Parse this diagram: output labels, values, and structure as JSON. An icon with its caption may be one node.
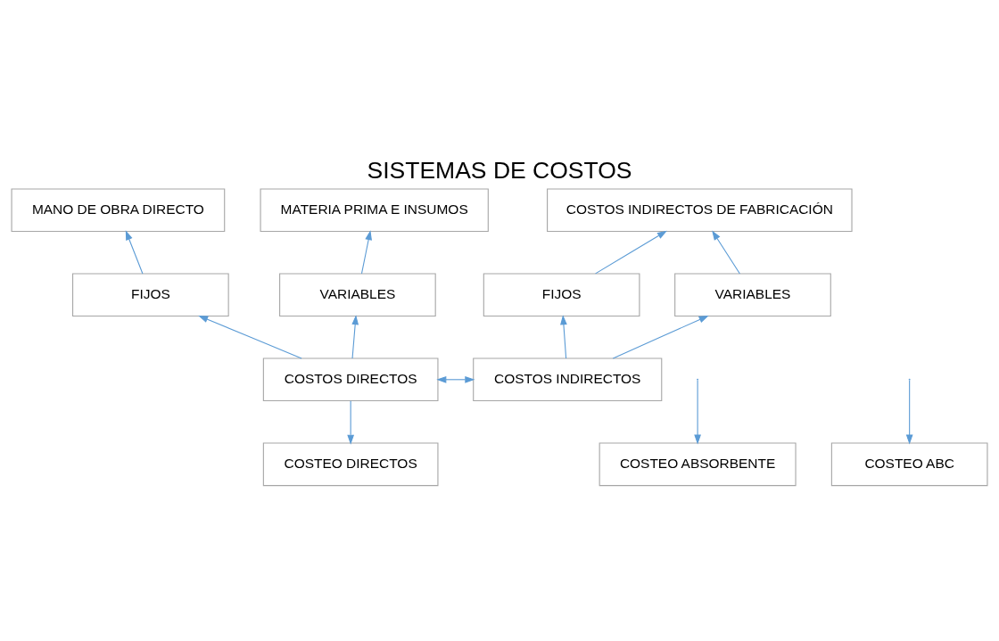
{
  "diagram": {
    "title": "SISTEMAS DE COSTOS",
    "nodes": [
      {
        "text": [
          "MANO DE OBRA DIRECTO"
        ]
      },
      {
        "text": [
          "MATERIA PRIMA E INSUMOS"
        ]
      },
      {
        "text": [
          "COSTOS INDIRECTOS DE FABRICACIÓN"
        ]
      },
      {
        "text": [
          "FIJOS"
        ]
      },
      {
        "text": [
          "VARIABLES"
        ]
      },
      {
        "text": [
          "FIJOS"
        ]
      },
      {
        "text": [
          "VARIABLES"
        ]
      },
      {
        "text": [
          "COSTOS DIRECTOS"
        ]
      },
      {
        "text": [
          "COSTOS INDIRECTOS"
        ]
      },
      {
        "text": [
          "COSTEO DIRECTOS"
        ]
      },
      {
        "text": [
          "COSTEO ABSORBENTE"
        ]
      },
      {
        "text": [
          "COSTEO ABC"
        ]
      }
    ],
    "edges": [
      {
        "from": 3,
        "to": 0,
        "arrow": "to"
      },
      {
        "from": 4,
        "to": 1,
        "arrow": "to"
      },
      {
        "from": 5,
        "to": 2,
        "arrow": "to"
      },
      {
        "from": 6,
        "to": 2,
        "arrow": "to"
      },
      {
        "from": 7,
        "to": 3,
        "arrow": "to"
      },
      {
        "from": 7,
        "to": 4,
        "arrow": "to"
      },
      {
        "from": 8,
        "to": 5,
        "arrow": "to"
      },
      {
        "from": 8,
        "to": 6,
        "arrow": "to"
      },
      {
        "from": 7,
        "to": 8,
        "arrow": "both"
      },
      {
        "from": 7,
        "to": 9,
        "arrow": "to"
      },
      {
        "from": null,
        "to": 10,
        "arrow": "to"
      },
      {
        "from": null,
        "to": 11,
        "arrow": "to"
      }
    ]
  }
}
